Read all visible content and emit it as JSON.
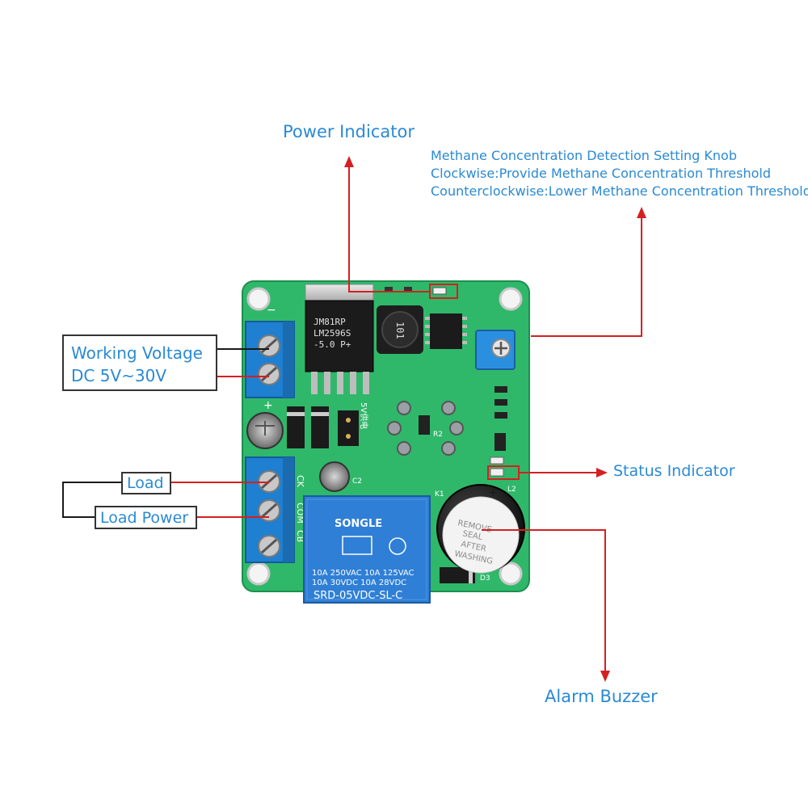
{
  "labels": {
    "power_indicator": "Power Indicator",
    "knob_line1": "Methane Concentration Detection Setting Knob",
    "knob_line2": "Clockwise:Provide Methane Concentration Threshold",
    "knob_line3": "Counterclockwise:Lower Methane Concentration Threshold",
    "working_voltage_line1": "Working Voltage",
    "working_voltage_line2": "DC 5V~30V",
    "load": "Load",
    "load_power": "Load Power",
    "status_indicator": "Status Indicator",
    "alarm_buzzer": "Alarm Buzzer"
  },
  "board_text": {
    "regulator_line1": "JM81RP",
    "regulator_line2": "LM2596S",
    "regulator_line3": "-5.0   P+",
    "inductor": "101",
    "relay_brand": "SONGLE",
    "relay_rating1": "10A 250VAC  10A 125VAC",
    "relay_rating2": "10A  30VDC  10A  28VDC",
    "relay_model": "SRD-05VDC-SL-C",
    "buzzer_line1": "REMOVE",
    "buzzer_line2": "SEAL",
    "buzzer_line3": "AFTER",
    "buzzer_line4": "WASHING",
    "terminal_ck": "CK",
    "terminal_com": "COM",
    "terminal_cb": "CB",
    "mark_minus": "−",
    "mark_plus": "+",
    "silk_5v": "5V供电",
    "silk_k1": "K1",
    "silk_l2": "L2",
    "silk_d3": "D3",
    "silk_c2": "C2",
    "silk_r2": "R2"
  },
  "colors": {
    "label_blue": "#2a8ad4",
    "arrow_red": "#d42020",
    "pcb_green": "#2fb86a",
    "terminal_blue": "#1f7fd0",
    "relay_blue": "#2f7fd6"
  }
}
